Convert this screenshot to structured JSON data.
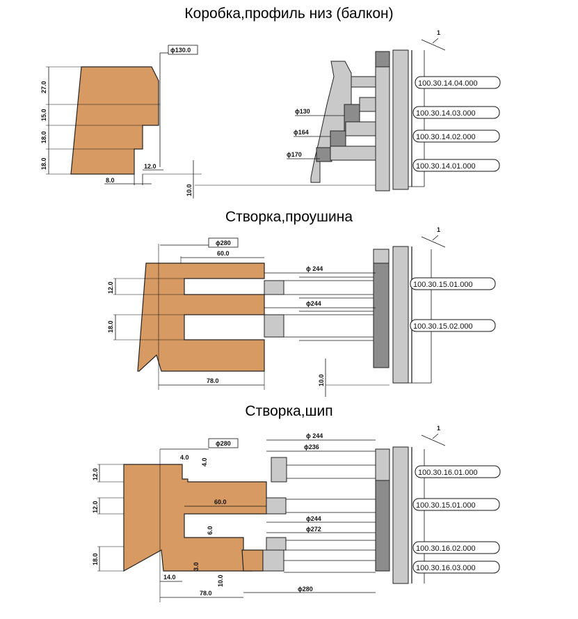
{
  "sections": [
    {
      "title": "Коробка,профиль низ (балкон)",
      "diameter_box": "ϕ130.0",
      "dims": [
        "27.0",
        "15.0",
        "18.0",
        "18.0",
        "12.0",
        "8.0",
        "10.0"
      ],
      "cutters": [
        "ϕ130",
        "ϕ164",
        "ϕ170"
      ],
      "parts": [
        "100.30.14.04.000",
        "100.30.14.03.000",
        "100.30.14.02.000",
        "100.30.14.01.000"
      ]
    },
    {
      "title": "Створка,проушина",
      "diameter_box": "ϕ280",
      "dims": [
        "60.0",
        "12.0",
        "18.0",
        "78.0",
        "10.0"
      ],
      "cutters": [
        "ϕ 244",
        "ϕ244"
      ],
      "parts": [
        "100.30.15.01.000",
        "100.30.15.02.000"
      ]
    },
    {
      "title": "Створка,шип",
      "diameter_box": "ϕ280",
      "dims": [
        "4.0",
        "4.0",
        "12.0",
        "12.0",
        "60.0",
        "6.0",
        "18.0",
        "3.0",
        "14.0",
        "10.0",
        "78.0"
      ],
      "cutters": [
        "ϕ 244",
        "ϕ236",
        "ϕ244",
        "ϕ272",
        "ϕ280"
      ],
      "parts": [
        "100.30.16.01.000",
        "100.30.15.01.000",
        "100.30.16.02.000",
        "100.30.16.03.000"
      ]
    }
  ],
  "section_marker": "1"
}
